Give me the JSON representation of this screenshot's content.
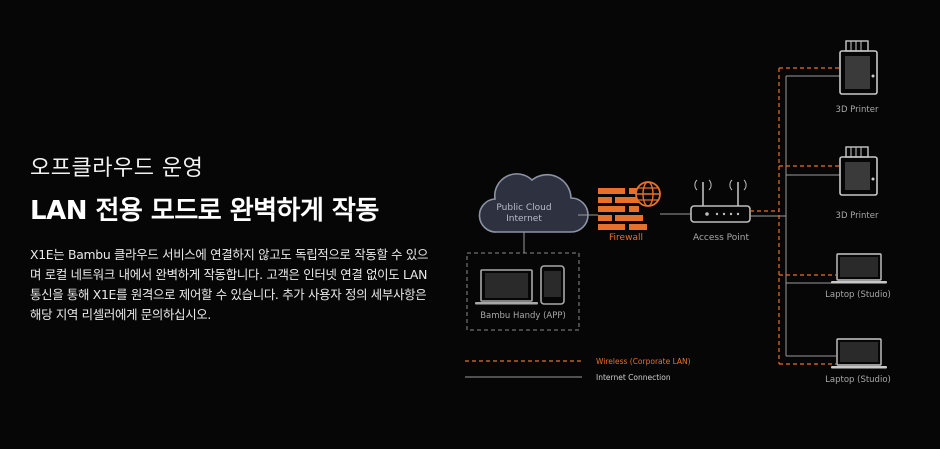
{
  "hero": {
    "eyebrow": "오프클라우드 운영",
    "headline": "LAN 전용 모드로 완벽하게 작동",
    "description": "X1E는 Bambu 클라우드 서비스에 연결하지 않고도 독립적으로 작동할 수 있으며 로컬 네트워크 내에서 완벽하게 작동합니다. 고객은 인터넷 연결 없이도 LAN 통신을 통해 X1E를 원격으로 제어할 수 있습니다. 추가 사용자 정의 세부사항은 해당 지역 리셀러에게 문의하십시오."
  },
  "diagram": {
    "cloud_line1": "Public Cloud",
    "cloud_line2": "Internet",
    "firewall_label": "Firewall",
    "access_point_label": "Access Point",
    "handy_label": "Bambu Handy (APP)",
    "devices": [
      {
        "label": "3D Printer",
        "icon": "printer-icon"
      },
      {
        "label": "3D Printer",
        "icon": "printer-icon"
      },
      {
        "label": "Laptop (Studio)",
        "icon": "laptop-icon"
      },
      {
        "label": "Laptop (Studio)",
        "icon": "laptop-icon"
      }
    ],
    "legend": {
      "wireless": "Wireless (Corporate LAN)",
      "internet": "Internet Connection"
    },
    "colors": {
      "accent": "#e8712a",
      "line": "#9a9a9a",
      "icon": "#c8c8c8",
      "label": "#a8a8a8"
    }
  }
}
